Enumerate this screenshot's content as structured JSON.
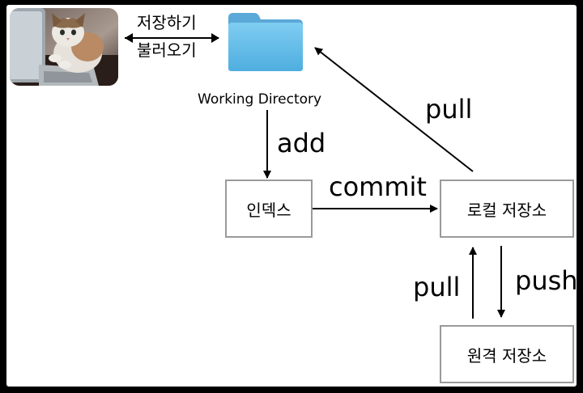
{
  "save_label": "저장하기",
  "load_label": "불러오기",
  "working_directory_label": "Working Directory",
  "add_label": "add",
  "commit_label": "commit",
  "pull_label_top": "pull",
  "pull_label_bottom": "pull",
  "push_label": "push",
  "index_label": "인덱스",
  "local_repo_label": "로컬 저장소",
  "remote_repo_label": "원격 저장소",
  "folder_color": "#5cb8e8",
  "photo_icon": "cat-on-laptop-photo",
  "folder_icon": "folder-icon"
}
